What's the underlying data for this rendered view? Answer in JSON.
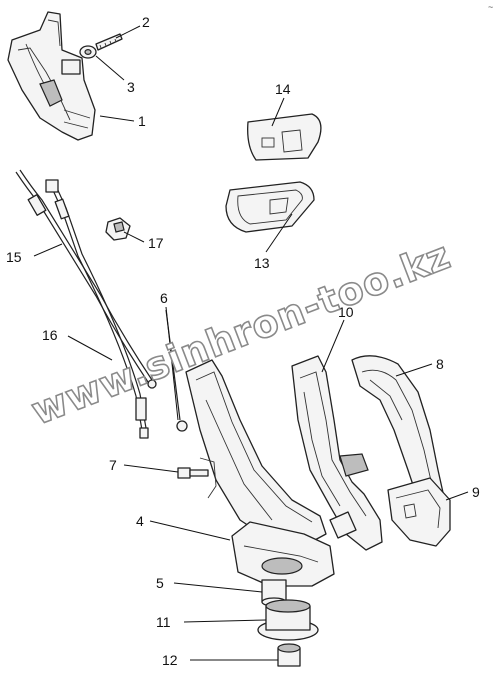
{
  "callouts": [
    "1",
    "2",
    "3",
    "4",
    "5",
    "6",
    "7",
    "8",
    "9",
    "10",
    "11",
    "12",
    "13",
    "14",
    "15",
    "16",
    "17"
  ],
  "watermark": "www.sinhron-too.kz",
  "corner_mark": "~"
}
